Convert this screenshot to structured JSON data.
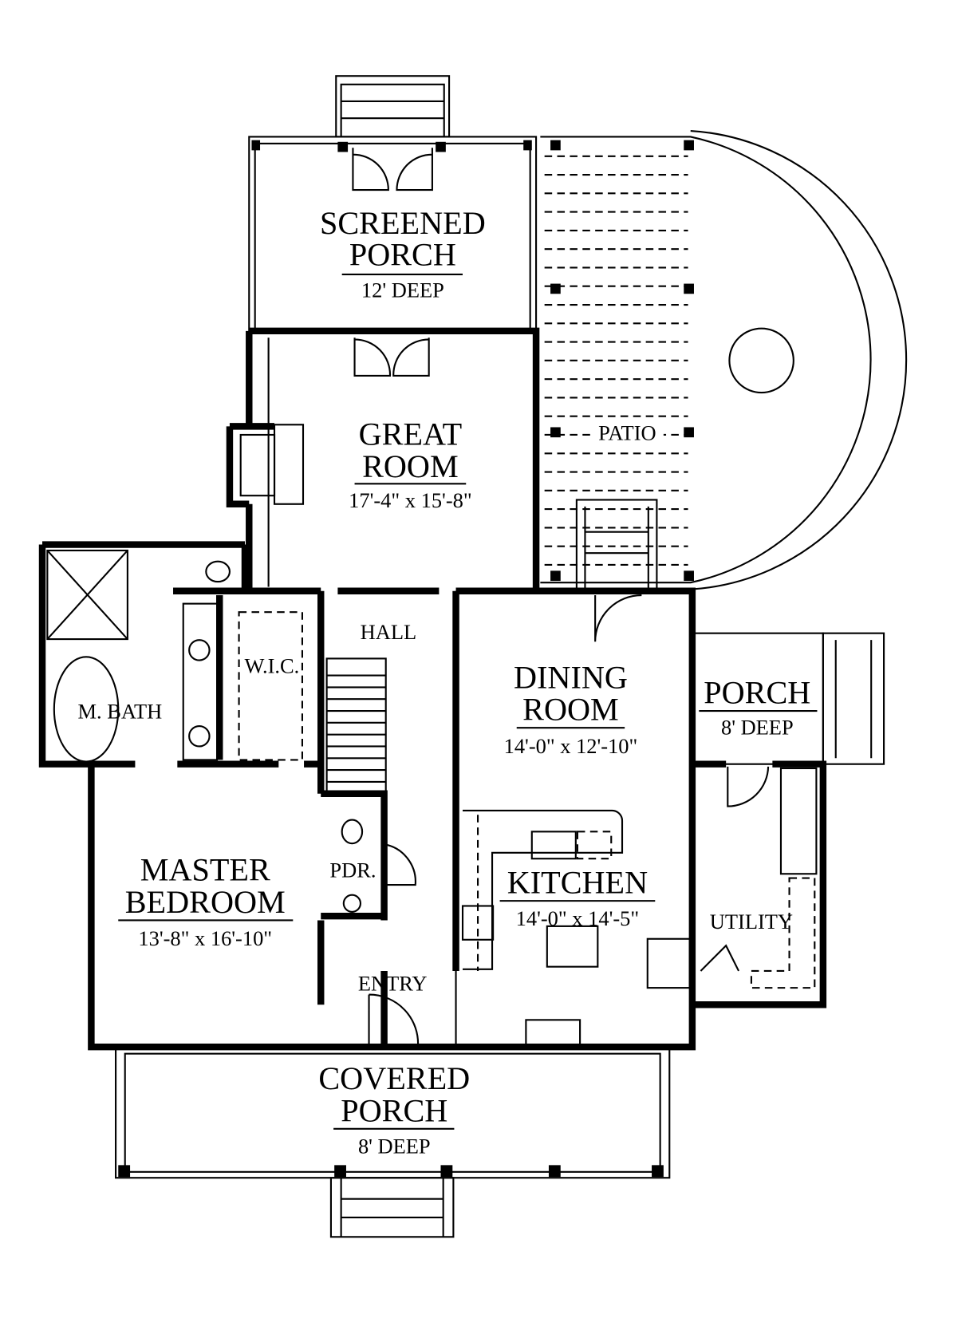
{
  "plan": {
    "screened_porch": {
      "name": [
        "SCREENED",
        "PORCH"
      ],
      "size": "12' DEEP"
    },
    "great_room": {
      "name": [
        "GREAT",
        "ROOM"
      ],
      "size": "17'-4\" x 15'-8\""
    },
    "patio": {
      "name": "PATIO"
    },
    "hall": {
      "name": "HALL"
    },
    "wic": {
      "name": "W.I.C."
    },
    "master_bath": {
      "name": "M. BATH"
    },
    "dining_room": {
      "name": [
        "DINING",
        "ROOM"
      ],
      "size": "14'-0\" x 12'-10\""
    },
    "side_porch": {
      "name": "PORCH",
      "size": "8' DEEP"
    },
    "kitchen": {
      "name": "KITCHEN",
      "size": "14'-0\" x 14'-5\""
    },
    "master_bedroom": {
      "name": [
        "MASTER",
        "BEDROOM"
      ],
      "size": "13'-8\" x 16'-10\""
    },
    "powder": {
      "name": "PDR."
    },
    "entry": {
      "name": "ENTRY"
    },
    "utility": {
      "name": "UTILITY"
    },
    "covered_porch": {
      "name": [
        "COVERED",
        "PORCH"
      ],
      "size": "8' DEEP"
    }
  }
}
